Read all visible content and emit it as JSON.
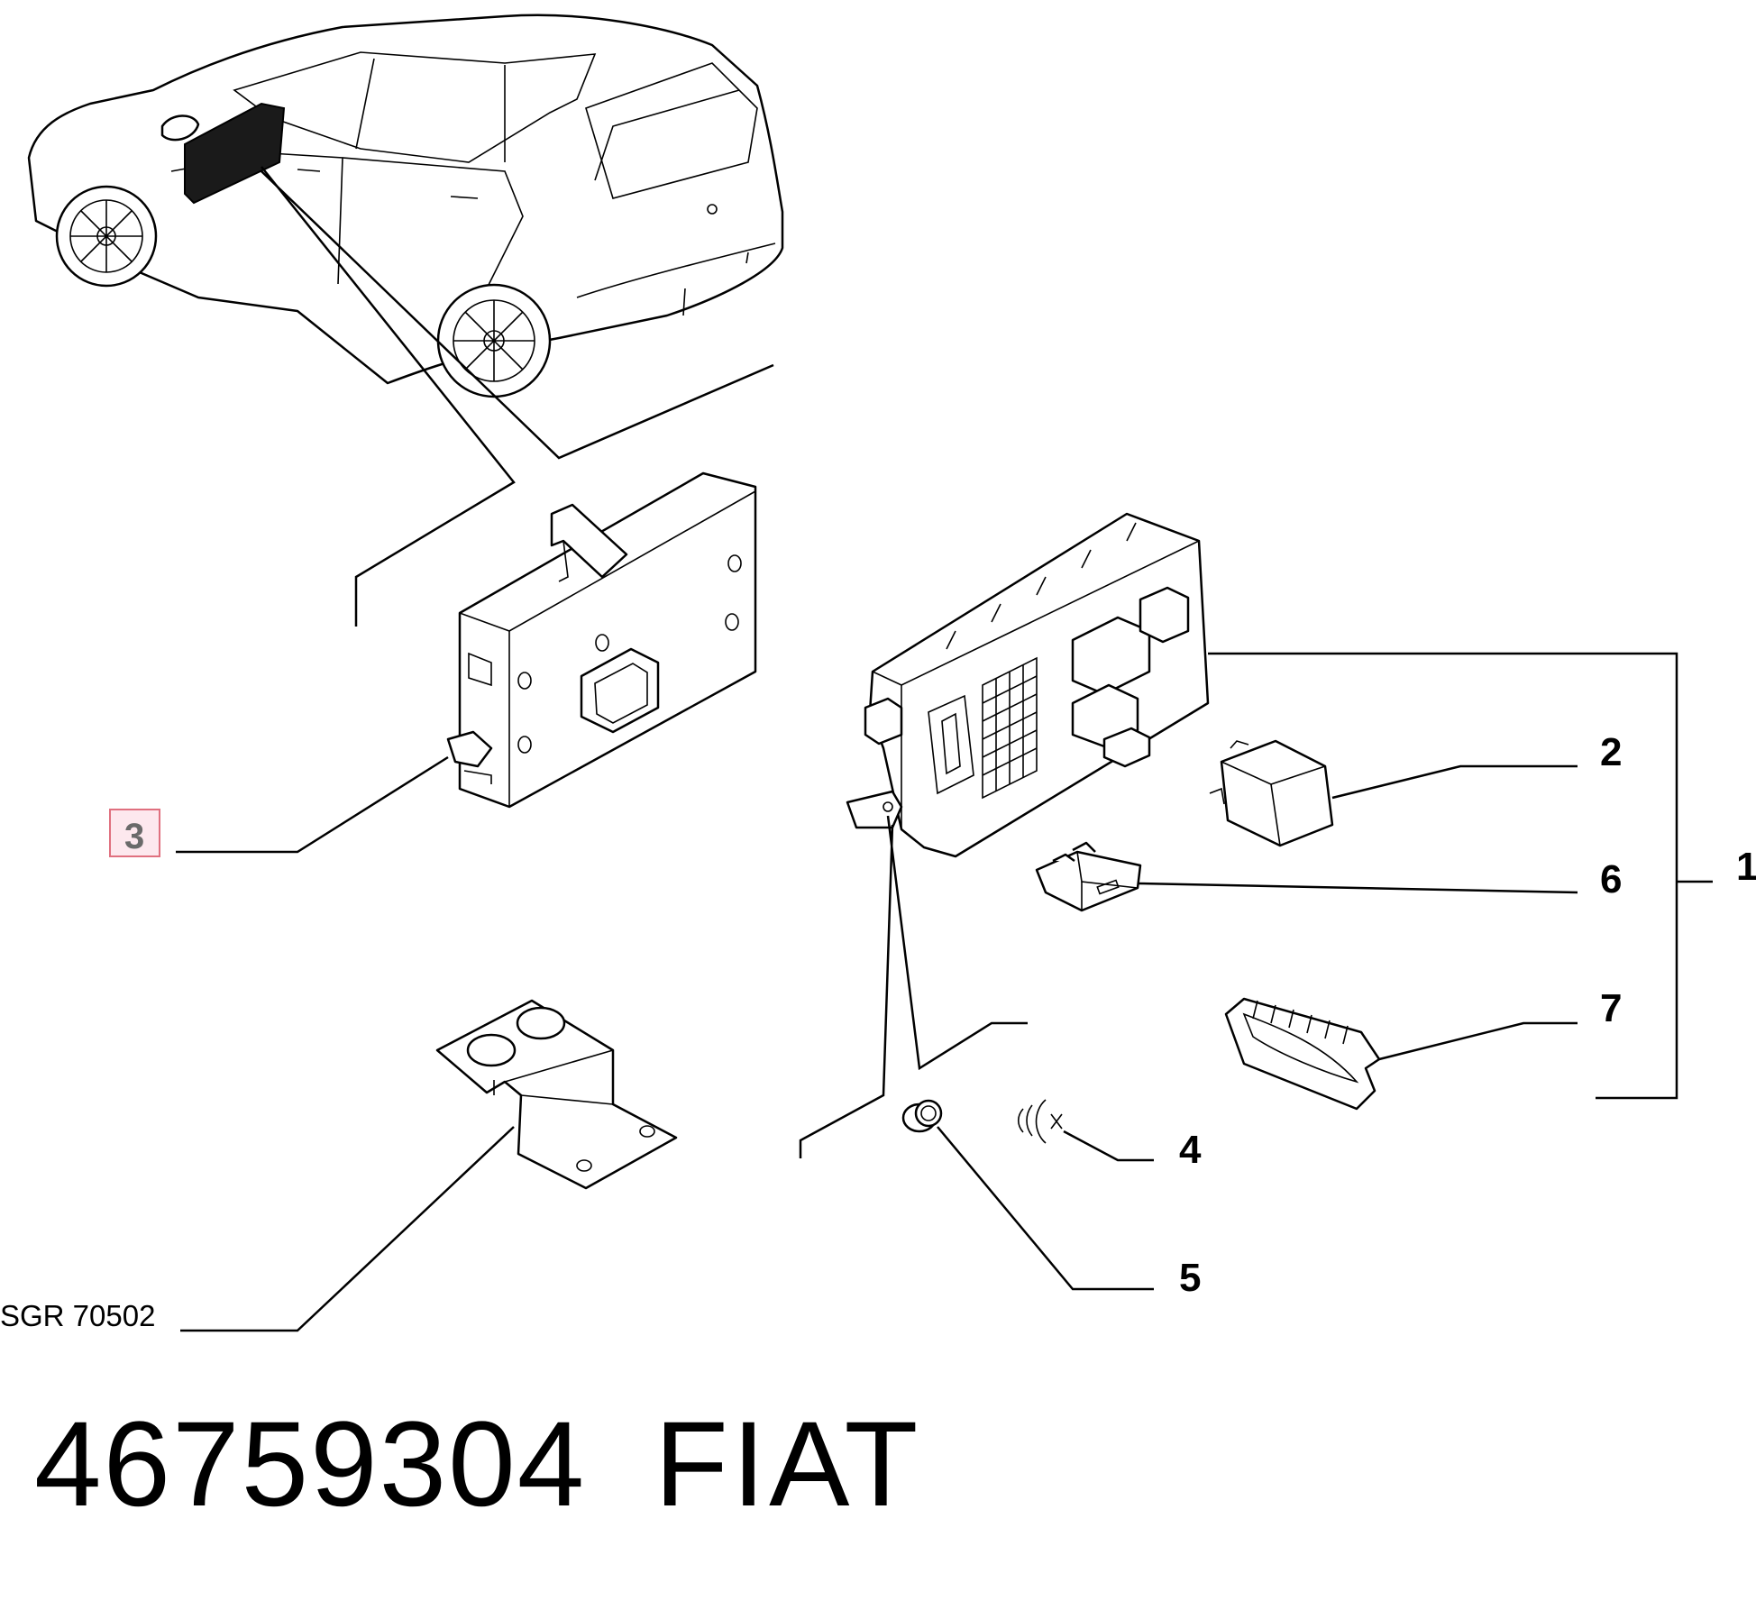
{
  "callouts": {
    "c1": "1",
    "c2": "2",
    "c3": "3",
    "c4": "4",
    "c5": "5",
    "c6": "6",
    "c7": "7"
  },
  "reference": "SGR 70502",
  "part_number": "46759304",
  "brand": "FIAT",
  "highlight_color": "#fde8ee"
}
